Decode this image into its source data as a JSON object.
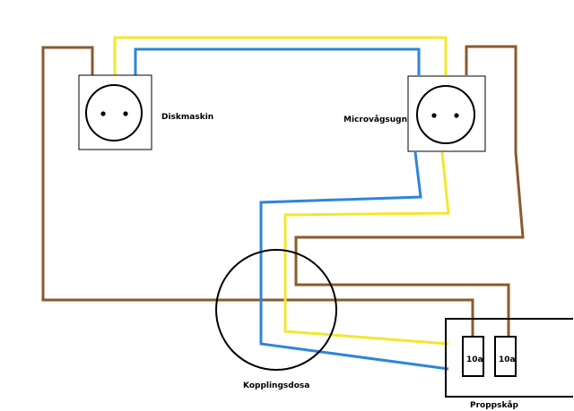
{
  "colors": {
    "brown": "#8B5A2B",
    "blue": "#2E86D6",
    "yellow": "#F2E82C",
    "black": "#000000"
  },
  "outlets": {
    "left_label": "Diskmaskin",
    "right_label": "Microvågsugn"
  },
  "junction_box": {
    "label": "Kopplingsdosa"
  },
  "fuse_box": {
    "label": "Proppskåp",
    "fuses": [
      "10a",
      "10a"
    ]
  },
  "icons": [
    "socket-icon",
    "socket-icon"
  ]
}
